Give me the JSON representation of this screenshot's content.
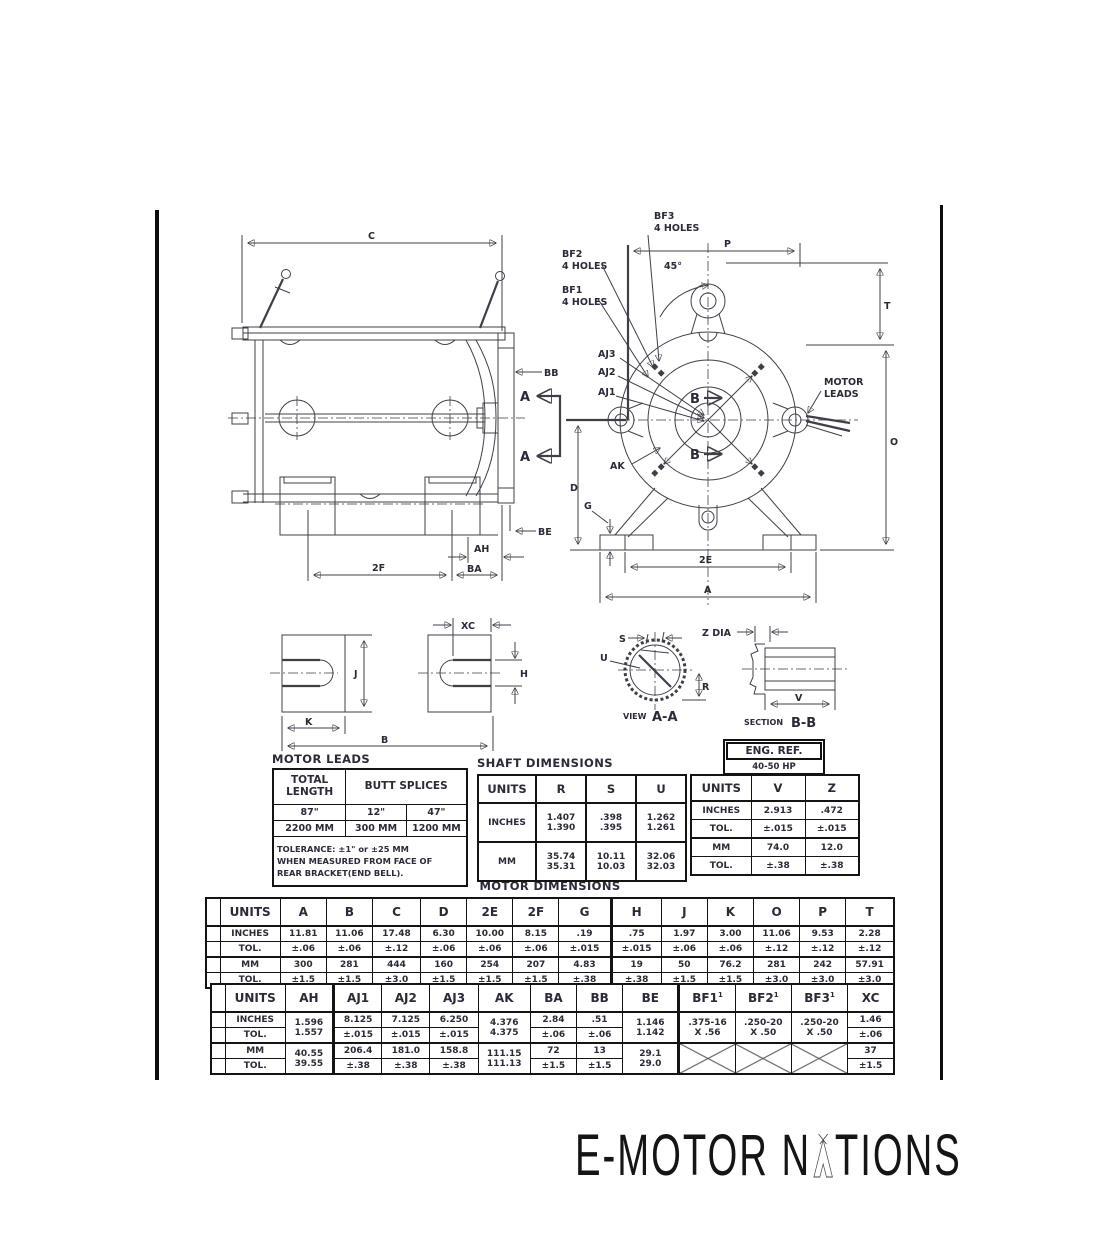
{
  "page": {
    "accent": "#2a2a38",
    "line_color": "#3f3f49"
  },
  "titles": {
    "motor_leads": "MOTOR LEADS",
    "shaft": "SHAFT DIMENSIONS",
    "motor_dimensions": "MOTOR DIMENSIONS"
  },
  "eng_ref": {
    "title": "ENG. REF.",
    "value": "40-50 HP"
  },
  "motor_leads": {
    "header_col1": [
      "TOTAL",
      "LENGTH"
    ],
    "header_col2": "BUTT SPLICES",
    "rows": [
      [
        "87\"",
        "12\"",
        "47\""
      ],
      [
        "2200 MM",
        "300 MM",
        "1200 MM"
      ]
    ],
    "note": [
      "TOLERANCE: ±1\" or ±25 MM",
      "WHEN MEASURED FROM FACE OF",
      "REAR BRACKET(END BELL)."
    ]
  },
  "tables": {
    "shaft": {
      "headers": [
        "UNITS",
        "R",
        "S",
        "U"
      ],
      "rows": [
        [
          "INCHES",
          {
            "lines": [
              "1.407",
              "1.390"
            ]
          },
          {
            "lines": [
              ".398",
              ".395"
            ]
          },
          {
            "lines": [
              "1.262",
              "1.261"
            ]
          }
        ],
        [
          "MM",
          {
            "lines": [
              "35.74",
              "35.31"
            ]
          },
          {
            "lines": [
              "10.11",
              "10.03"
            ]
          },
          {
            "lines": [
              "32.06",
              "32.03"
            ]
          }
        ]
      ]
    },
    "vz": {
      "headers": [
        "UNITS",
        "V",
        "Z"
      ],
      "rows": [
        [
          "INCHES",
          "2.913",
          ".472"
        ],
        [
          "TOL.",
          "±.015",
          "±.015"
        ],
        [
          "MM",
          "74.0",
          "12.0"
        ],
        [
          "TOL.",
          "±.38",
          "±.38"
        ]
      ]
    },
    "md1": {
      "headers": [
        "UNITS",
        "A",
        "B",
        "C",
        "D",
        "2E",
        "2F",
        {
          "t": "G",
          "cls": "br"
        },
        "H",
        "J",
        "K",
        "O",
        "P",
        "T"
      ],
      "rows": [
        [
          "INCHES",
          "11.81",
          "11.06",
          "17.48",
          "6.30",
          "10.00",
          "8.15",
          {
            "t": ".19",
            "cls": "br"
          },
          ".75",
          "1.97",
          "3.00",
          "11.06",
          "9.53",
          "2.28"
        ],
        [
          "TOL.",
          "±.06",
          "±.06",
          "±.12",
          "±.06",
          "±.06",
          "±.06",
          {
            "t": "±.015",
            "cls": "br"
          },
          "±.015",
          "±.06",
          "±.06",
          "±.12",
          "±.12",
          "±.12"
        ],
        [
          "MM",
          "300",
          "281",
          "444",
          "160",
          "254",
          "207",
          {
            "t": "4.83",
            "cls": "br"
          },
          "19",
          "50",
          "76.2",
          "281",
          "242",
          "57.91"
        ],
        [
          "TOL.",
          "±1.5",
          "±1.5",
          "±3.0",
          "±1.5",
          "±1.5",
          "±1.5",
          {
            "t": "±.38",
            "cls": "br"
          },
          "±.38",
          "±1.5",
          "±1.5",
          "±3.0",
          "±3.0",
          "±3.0"
        ]
      ]
    },
    "md2": {
      "headers": [
        "UNITS",
        {
          "t": "AH",
          "cls": "br"
        },
        "AJ1",
        "AJ2",
        "AJ3",
        "AK",
        "BA",
        "BB",
        {
          "t": "BE",
          "cls": "br"
        },
        {
          "t": "BF1",
          "sup": "1"
        },
        {
          "t": "BF2",
          "sup": "1"
        },
        {
          "t": "BF3",
          "sup": "1"
        },
        "XC"
      ],
      "rows": [
        [
          "INCHES",
          {
            "lines": [
              "1.596",
              "1.557"
            ],
            "rs": 2,
            "cls": "br"
          },
          "8.125",
          "7.125",
          "6.250",
          {
            "lines": [
              "4.376",
              "4.375"
            ],
            "rs": 2
          },
          "2.84",
          ".51",
          {
            "lines": [
              "1.146",
              "1.142"
            ],
            "rs": 2,
            "cls": "br"
          },
          {
            "lines": [
              ".375-16",
              "X .56"
            ],
            "rs": 2
          },
          {
            "lines": [
              ".250-20",
              "X .50"
            ],
            "rs": 2
          },
          {
            "lines": [
              ".250-20",
              "X .50"
            ],
            "rs": 2
          },
          "1.46"
        ],
        [
          "TOL.",
          null,
          "±.015",
          "±.015",
          "±.015",
          null,
          "±.06",
          "±.06",
          null,
          null,
          null,
          null,
          "±.06"
        ],
        [
          "MM",
          {
            "lines": [
              "40.55",
              "39.55"
            ],
            "rs": 2,
            "cls": "br"
          },
          "206.4",
          "181.0",
          "158.8",
          {
            "lines": [
              "111.15",
              "111.13"
            ],
            "rs": 2
          },
          "72",
          "13",
          {
            "lines": [
              "29.1",
              "29.0"
            ],
            "rs": 2,
            "cls": "br"
          },
          {
            "cross": true,
            "rs": 2
          },
          {
            "cross": true,
            "rs": 2
          },
          {
            "cross": true,
            "rs": 2
          },
          "37"
        ],
        [
          "TOL.",
          null,
          "±.38",
          "±.38",
          "±.38",
          null,
          "±1.5",
          "±1.5",
          null,
          null,
          null,
          null,
          "±1.5"
        ]
      ]
    }
  },
  "drawing": {
    "side": {
      "c": "C",
      "bb": "BB",
      "a_top": "A",
      "a_bottom": "A",
      "be": "BE",
      "ah": "AH",
      "ba": "BA",
      "f2": "2F"
    },
    "front": {
      "bf3": "BF3",
      "bf3_sub": "4 HOLES",
      "bf2": "BF2",
      "bf2_sub": "4 HOLES",
      "bf1": "BF1",
      "bf1_sub": "4 HOLES",
      "angle": "45°",
      "p": "P",
      "t": "T",
      "o": "O",
      "motor": "MOTOR",
      "leads": "LEADS",
      "d": "D",
      "g": "G",
      "aj3": "AJ3",
      "aj2": "AJ2",
      "aj1": "AJ1",
      "ak": "AK",
      "b_top": "B",
      "b_bottom": "B",
      "e2": "2E",
      "a": "A"
    },
    "foot": {
      "xc": "XC",
      "h": "H",
      "j": "J",
      "k": "K",
      "b": "B"
    },
    "view_aa": {
      "s": "S",
      "u": "U",
      "r": "R",
      "caption_prefix": "VIEW",
      "caption": "A-A"
    },
    "section_bb": {
      "z": "Z DIA",
      "v": "V",
      "caption_prefix": "SECTION",
      "caption": "B-B"
    }
  },
  "logo": {
    "part1": "E-MOTOR N",
    "part2": "TIONS"
  }
}
